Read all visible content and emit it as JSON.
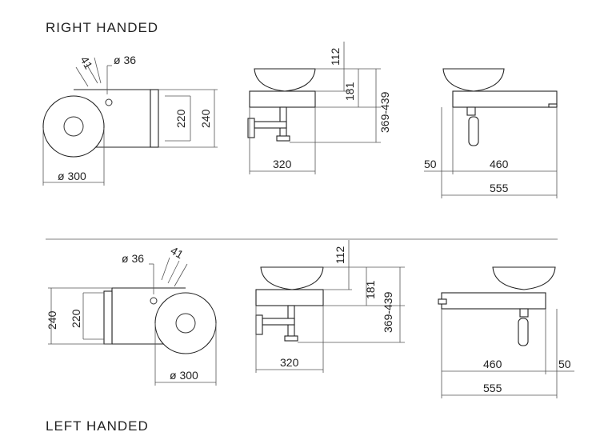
{
  "sections": {
    "right": {
      "title": "RIGHT HANDED"
    },
    "left": {
      "title": "LEFT HANDED"
    }
  },
  "right_plan": {
    "angle": "41",
    "tap_hole": "ø 36",
    "depth_inner": "220",
    "depth_outer": "240",
    "bowl_diameter": "ø 300"
  },
  "right_side": {
    "bowl_height": "112",
    "top_height": "181",
    "trap_height": "369-439",
    "width": "320"
  },
  "right_front": {
    "overhang": "50",
    "width": "460",
    "total": "555"
  },
  "left_plan": {
    "tap_hole": "ø 36",
    "angle": "41",
    "depth_outer": "240",
    "depth_inner": "220",
    "bowl_diameter": "ø 300"
  },
  "left_side": {
    "bowl_height": "112",
    "top_height": "181",
    "trap_height": "369-439",
    "width": "320"
  },
  "left_front": {
    "width": "460",
    "overhang": "50",
    "total": "555"
  }
}
